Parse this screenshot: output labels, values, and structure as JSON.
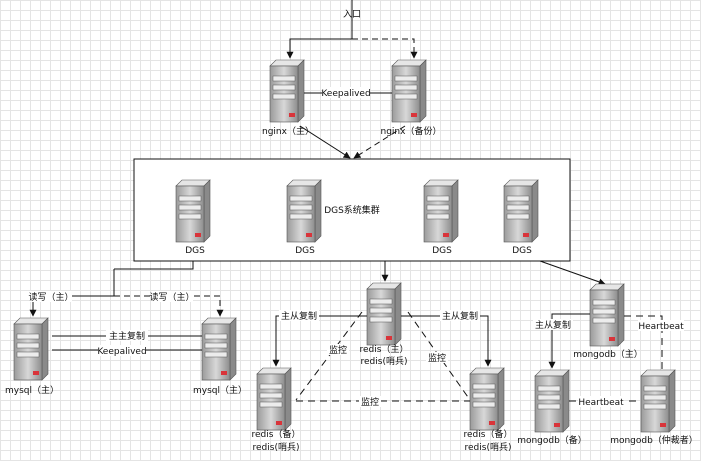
{
  "entry": "入口",
  "keepalived": "Keepalived",
  "heartbeat": "Heartbeat",
  "cluster_label": "DGS系统集群",
  "nodes": {
    "nginx_main": "nginx（主）",
    "nginx_backup": "nginx（备份）",
    "dgs": [
      "DGS",
      "DGS",
      "DGS",
      "DGS"
    ],
    "mysql_main": "mysql（主）",
    "mysql_other": "mysql（主）",
    "redis_main": [
      "redis（主）",
      "redis(哨兵)"
    ],
    "redis_left": [
      "redis（备）",
      "redis(哨兵)"
    ],
    "redis_right": [
      "redis（备）",
      "redis(哨兵)"
    ],
    "mongodb_main": "mongodb（主）",
    "mongodb_backup": "mongodb（备）",
    "mongodb_arbiter": "mongodb（仲裁者）"
  },
  "edge_labels": {
    "rw_left": "读写（主）",
    "rw_right": "读写（主）",
    "master_master": "主主复制",
    "ms_left": "主从复制",
    "ms_right": "主从复制",
    "ms_mongo": "主从复制",
    "monitor": "监控"
  }
}
